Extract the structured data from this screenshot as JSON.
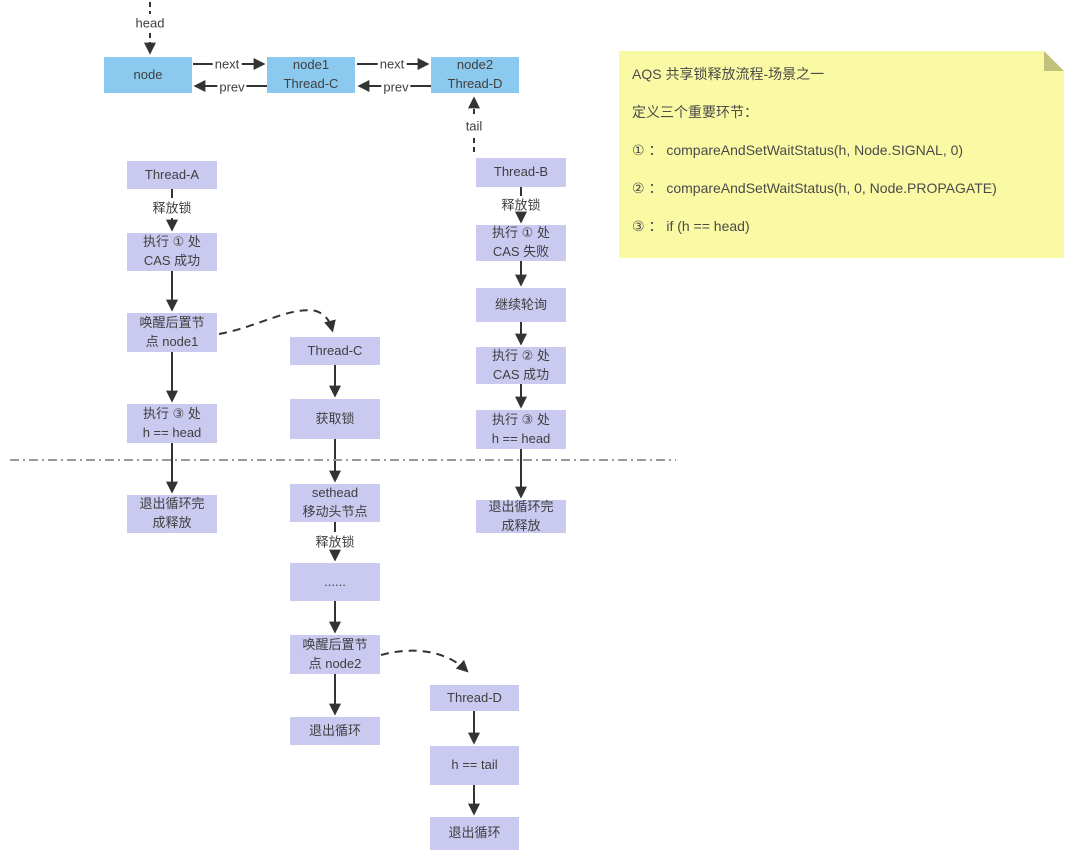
{
  "colors": {
    "node_fill": "#8CC9EE",
    "step_fill": "#CACAF1",
    "note_bg": "#FAFAA5",
    "note_fold": "#C2C17C",
    "arrow": "#333333",
    "divider": "#999999",
    "text": "#3F3F3F"
  },
  "note": {
    "title": "AQS 共享锁释放流程-场景之一",
    "subtitle": "定义三个重要环节：",
    "items": [
      "① ： compareAndSetWaitStatus(h, Node.SIGNAL, 0)",
      "② ： compareAndSetWaitStatus(h, 0, Node.PROPAGATE)",
      "③ ： if (h == head)"
    ]
  },
  "linked_list": {
    "head_label": "head",
    "tail_label": "tail",
    "next_label": "next",
    "prev_label": "prev",
    "nodes": [
      {
        "label": "node"
      },
      {
        "label": "node1\nThread-C"
      },
      {
        "label": "node2\nThread-D"
      }
    ]
  },
  "flows": {
    "thread_a": {
      "title": "Thread-A",
      "release_label": "释放锁",
      "steps": [
        "执行 ① 处\nCAS 成功",
        "唤醒后置节\n点 node1",
        "执行 ③ 处\nh == head",
        "退出循环完\n成释放"
      ]
    },
    "thread_b": {
      "title": "Thread-B",
      "release_label": "释放锁",
      "steps": [
        "执行 ① 处\nCAS 失败",
        "继续轮询",
        "执行 ② 处\nCAS 成功",
        "执行 ③ 处\nh == head",
        "退出循环完\n成释放"
      ]
    },
    "thread_c": {
      "title": "Thread-C",
      "release_label": "释放锁",
      "steps": [
        "获取锁",
        "sethead\n移动头节点",
        "......",
        "唤醒后置节\n点 node2",
        "退出循环"
      ]
    },
    "thread_d": {
      "title": "Thread-D",
      "steps": [
        "h == tail",
        "退出循环"
      ]
    }
  }
}
